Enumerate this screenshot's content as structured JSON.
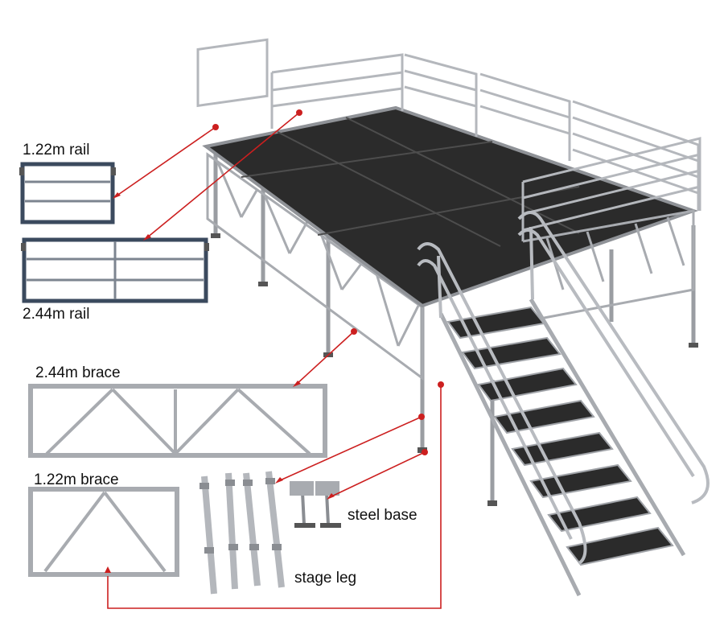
{
  "labels": {
    "rail_122": "1.22m rail",
    "rail_244": "2.44m rail",
    "brace_244": "2.44m brace",
    "brace_122": "1.22m brace",
    "steel_base": "steel base",
    "stage_leg": "stage leg"
  },
  "colors": {
    "deck": "#2b2b2b",
    "deck_seam": "#4a4a4a",
    "aluminum": "#b9bcc0",
    "aluminum_dark": "#8a8d92",
    "rail_blue": "#3b4a5e",
    "pointer_red": "#cc1f1f"
  }
}
